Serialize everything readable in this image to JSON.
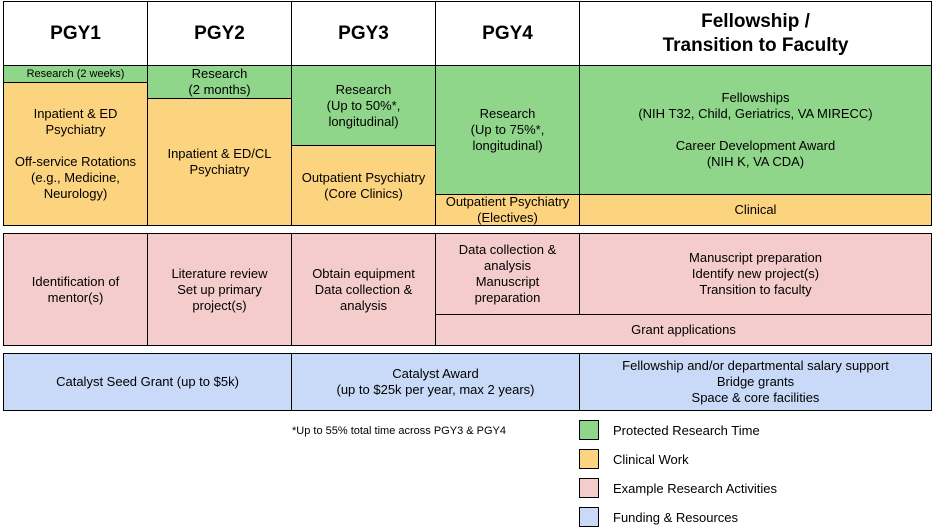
{
  "headers": [
    "PGY1",
    "PGY2",
    "PGY3",
    "PGY4",
    "Fellowship /\nTransition to Faculty"
  ],
  "tracks": {
    "pgy1_research": "Research (2 weeks)",
    "pgy1_clinical": "Inpatient & ED\nPsychiatry\n\nOff-service Rotations\n(e.g., Medicine,\nNeurology)",
    "pgy2_research": "Research\n(2 months)",
    "pgy2_clinical": "Inpatient & ED/CL\nPsychiatry",
    "pgy3_research": "Research\n(Up to 50%*,\nlongitudinal)",
    "pgy3_clinical": "Outpatient Psychiatry\n(Core Clinics)",
    "pgy4_research": "Research\n(Up to 75%*,\nlongitudinal)",
    "pgy4_clinical": "Outpatient Psychiatry\n(Electives)",
    "fellow_research": "Fellowships\n(NIH T32, Child, Geriatrics, VA MIRECC)\n\nCareer Development Award\n(NIH K, VA CDA)",
    "fellow_clinical": "Clinical"
  },
  "activities": {
    "pgy1": "Identification of\nmentor(s)",
    "pgy2": "Literature review\nSet up primary\nproject(s)",
    "pgy3": "Obtain equipment\nData collection &\nanalysis",
    "pgy4": "Data collection &\nanalysis\nManuscript\npreparation",
    "fellow": "Manuscript preparation\nIdentify new project(s)\nTransition to faculty",
    "grants": "Grant applications"
  },
  "funding": {
    "seed": "Catalyst Seed Grant (up to $5k)",
    "catalyst": "Catalyst Award\n(up to $25k per year, max 2 years)",
    "fellow": "Fellowship and/or departmental salary support\nBridge grants\nSpace & core facilities"
  },
  "footnote": "*Up to 55% total time across PGY3 & PGY4",
  "legend": [
    {
      "label": "Protected Research Time",
      "color": "#8fd58a"
    },
    {
      "label": "Clinical Work",
      "color": "#fcd37e"
    },
    {
      "label": "Example Research Activities",
      "color": "#f4cccc"
    },
    {
      "label": "Funding & Resources",
      "color": "#c9daf8"
    }
  ]
}
